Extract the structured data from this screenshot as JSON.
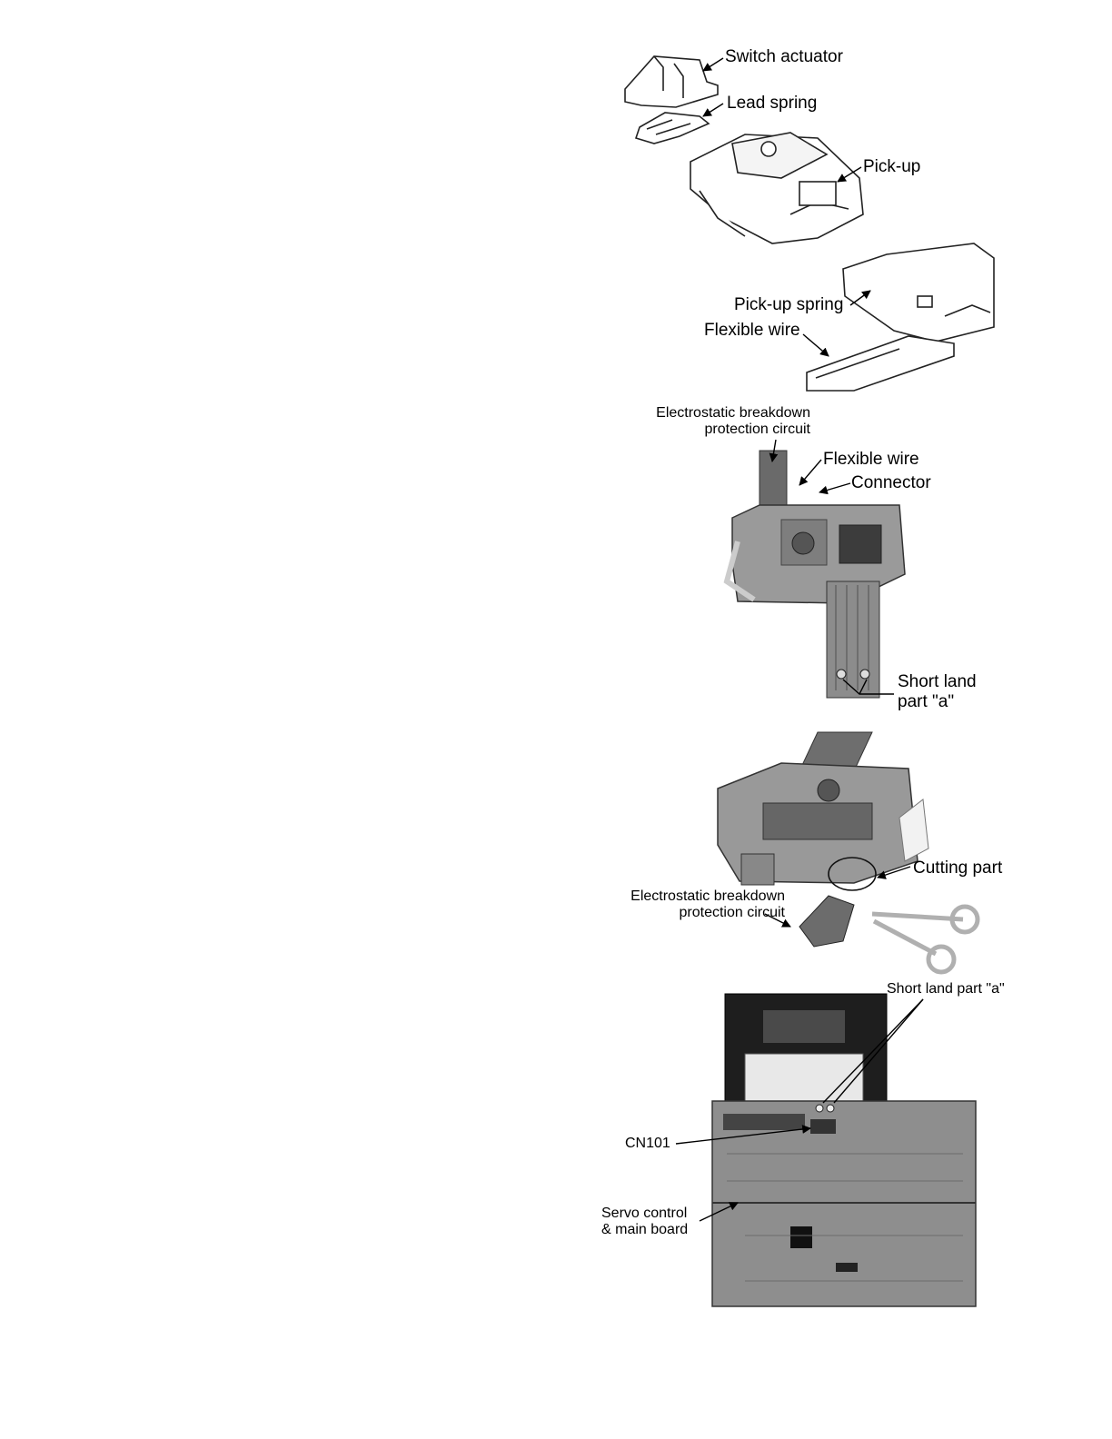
{
  "figure1": {
    "switch_actuator": "Switch actuator",
    "lead_spring": "Lead spring",
    "pick_up": "Pick-up",
    "pick_up_spring": "Pick-up spring",
    "flexible_wire": "Flexible wire"
  },
  "figure2": {
    "esd_circuit_line1": "Electrostatic breakdown",
    "esd_circuit_line2": "protection circuit",
    "flexible_wire": "Flexible wire",
    "connector": "Connector",
    "short_land_line1": "Short land",
    "short_land_line2": "part \"a\""
  },
  "figure3": {
    "cutting_part": "Cutting part",
    "esd_circuit_line1": "Electrostatic breakdown",
    "esd_circuit_line2": "protection circuit"
  },
  "figure4": {
    "short_land": "Short land part \"a\"",
    "cn101": "CN101",
    "servo_line1": "Servo control",
    "servo_line2": "& main board"
  }
}
